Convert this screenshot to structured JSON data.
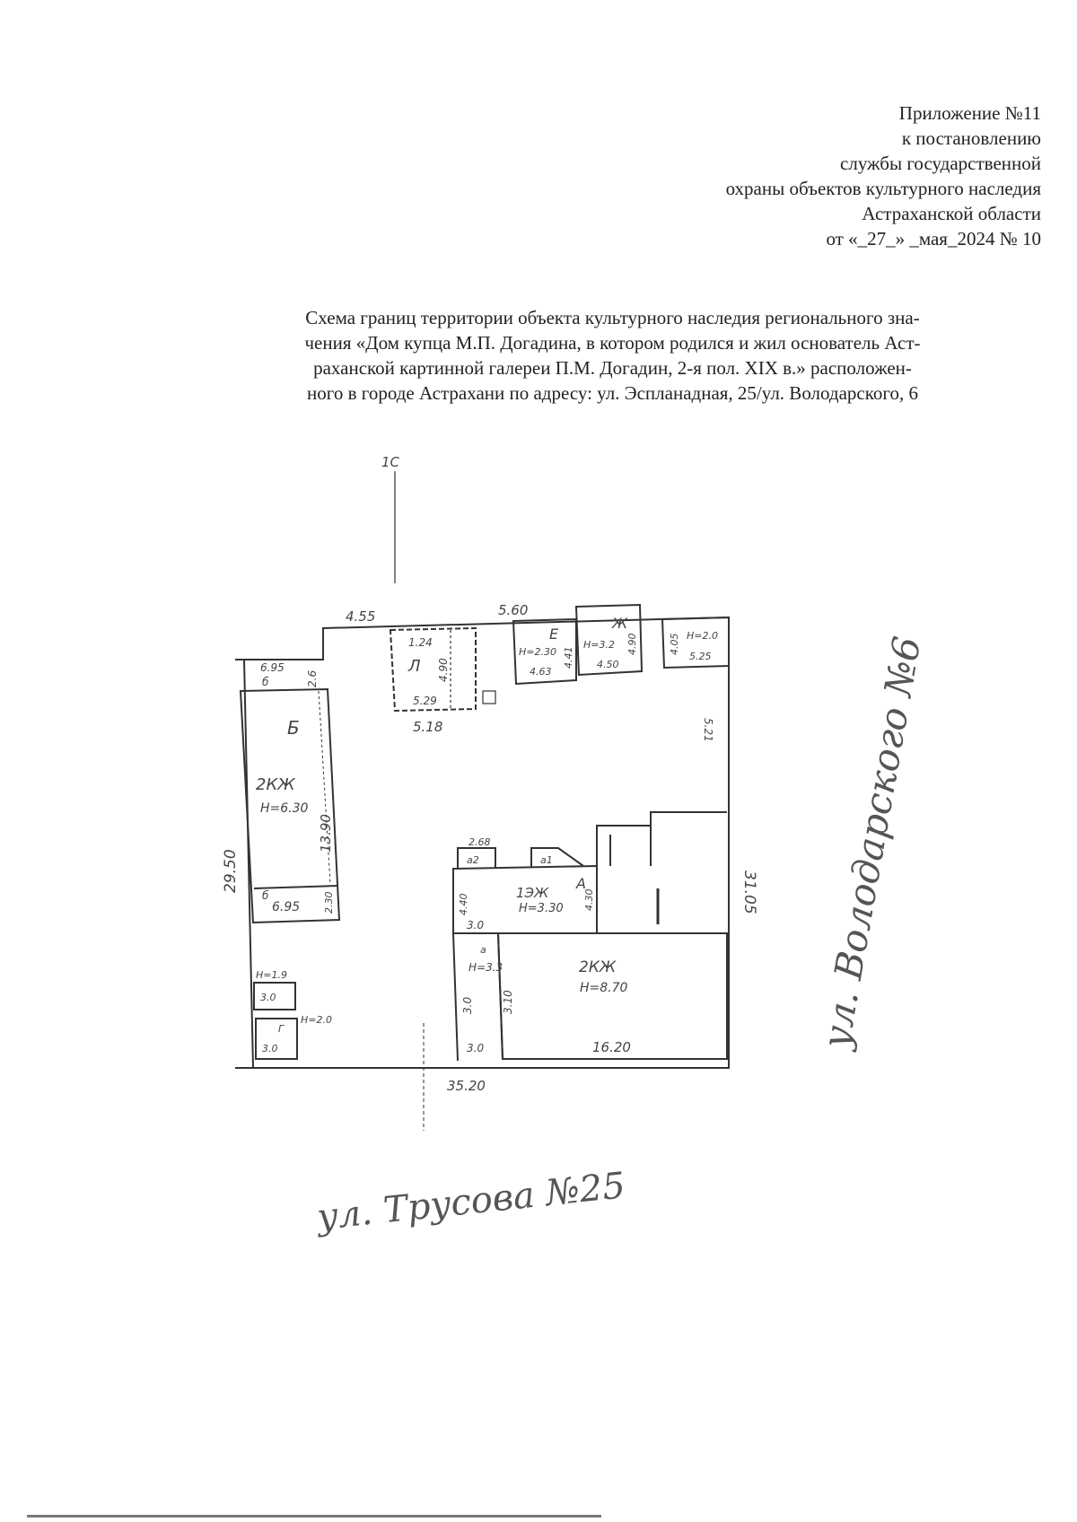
{
  "header": {
    "lines": [
      "Приложение №11",
      "к постановлению",
      "службы государственной",
      "охраны объектов культурного наследия",
      "Астраханской области",
      "от «_27_» _мая_2024 № 10"
    ]
  },
  "title": {
    "lines": [
      "Схема границ территории объекта культурного наследия регионального зна-",
      "чения «Дом купца М.П. Догадина, в котором родился и жил основатель Аст-",
      "раханской картинной галереи П.М. Догадин, 2-я пол. XIX в.» расположен-",
      "ного в городе Астрахани по адресу: ул. Эспланадная, 25/ул. Володарского, 6"
    ]
  },
  "plan": {
    "north_mark": "1С",
    "streets": {
      "bottom": "ул. Трусова №25",
      "right": "ул. Володарского №6"
    },
    "dimensions": {
      "top_left": "4.55",
      "top_mid": "5.60",
      "left_total": "29.50",
      "right_total": "31.05",
      "bottom_total": "35.20",
      "bottom_right": "16.20",
      "strip_len": "13.90",
      "l_width": "5.18",
      "right_upper": "5.21"
    },
    "labels": {
      "b_room_top": "6.95",
      "b_room_top_letter": "б",
      "b_room_top_side": "2.6",
      "b_letter": "Б",
      "b_type": "2КЖ",
      "b_height": "Н=6.30",
      "b_room_bottom_letter": "б",
      "b_room_bottom": "6.95",
      "b_room_bottom_side": "2.30",
      "l_top": "1.24",
      "l_letter": "Л",
      "l_side": "4.90",
      "l_bottom": "5.29",
      "e_letter": "Е",
      "e_height": "Н=2.30",
      "e_side": "4.41",
      "e_bottom": "4.63",
      "zh_letter": "Ж",
      "zh_height": "Н=3.2",
      "zh_side": "4.90",
      "zh_bottom": "4.50",
      "z_side": "4.05",
      "z_height": "Н=2.0",
      "z_bottom": "5.25",
      "a2_top": "2.68",
      "a2": "а2",
      "a1": "а1",
      "a_letter": "А",
      "a_type": "1ЭЖ",
      "a_height": "Н=3.30",
      "a_side": "4.30",
      "a_left": "4.40",
      "a_bottom_left": "3.0",
      "corr_letter": "а",
      "corr_height": "Н=3.3",
      "corr_side": "3.0",
      "corr_side2": "3.10",
      "corr_bottom": "3.0",
      "main_type": "2КЖ",
      "main_height": "Н=8.70",
      "small1_height": "Н=1.9",
      "small1": "3.0",
      "small2_height": "Н=2.0",
      "small2": "3.0",
      "small2_letter": "Г"
    }
  }
}
